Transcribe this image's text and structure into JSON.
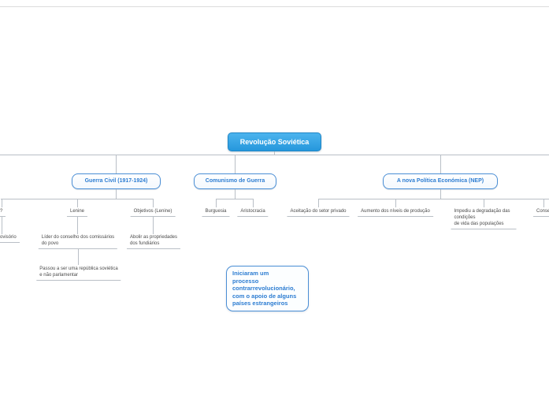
{
  "mindmap": {
    "root": {
      "label": "Revolução Soviética"
    },
    "branches": [
      {
        "label": "Guerra Civil (1917-1924)",
        "children": [
          {
            "label": "?",
            "children": [
              {
                "label": "rovisório"
              }
            ]
          },
          {
            "label": "Lenine",
            "children": [
              {
                "label": "Líder do conselho dos comissários\ndo povo",
                "children": [
                  {
                    "label": "Passou a ser uma república soviética\ne não parlamentar"
                  }
                ]
              }
            ]
          },
          {
            "label": "Objetivos (Lenine)",
            "children": [
              {
                "label": "Abolir as propriedades\ndos fundiários"
              }
            ]
          }
        ]
      },
      {
        "label": "Comunismo de Guerra",
        "children": [
          {
            "label": "Burguesia"
          },
          {
            "label": "Aristocracia"
          }
        ]
      },
      {
        "label": "A nova Política Económica (NEP)",
        "children": [
          {
            "label": "Aceitação do setor privado"
          },
          {
            "label": "Aumento dos níveis de produção"
          },
          {
            "label": "Impediu a degradação das condições\nde vida das populações"
          },
          {
            "label": "Conse"
          }
        ]
      }
    ],
    "floating_note": {
      "label": "Iniciaram um\nprocesso\ncontrarrevolucionário,\ncom o apoio de alguns\npaíses estrangeiros"
    }
  },
  "colors": {
    "accent": "#4a8ed5",
    "accent-text": "#2d7dd2",
    "root-fill-top": "#4cb4ee",
    "root-fill-bottom": "#2697dc",
    "root-border": "#1f86c6",
    "line": "#b9bfc6",
    "leaf-text": "#4a4a4a",
    "divider": "#dcdcdc"
  }
}
